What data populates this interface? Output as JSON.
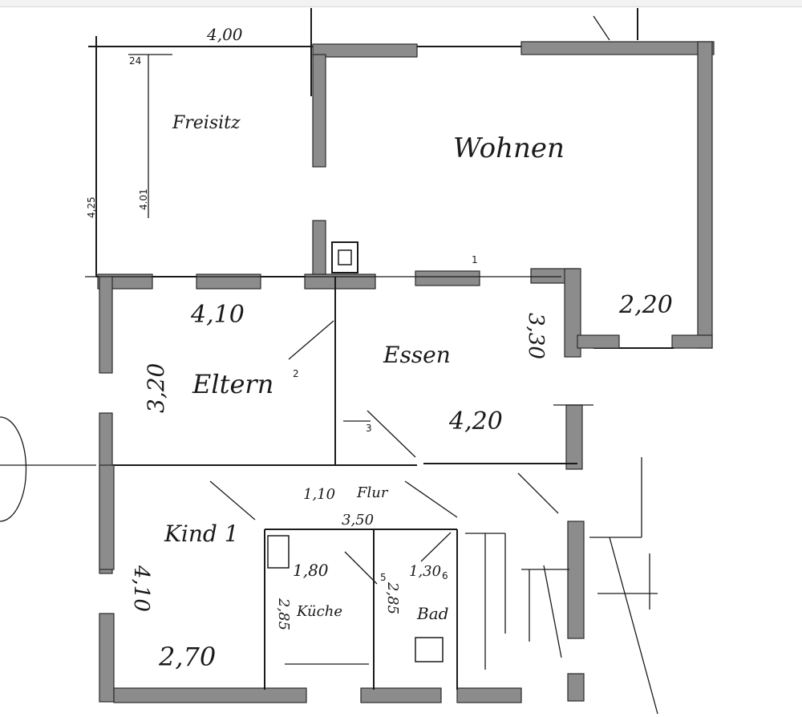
{
  "rooms": {
    "freisitz": "Freisitz",
    "wohnen": "Wohnen",
    "eltern": "Eltern",
    "essen": "Essen",
    "kind": "Kind 1",
    "flur": "Flur",
    "kueche": "Küche",
    "bad": "Bad"
  },
  "dimensions": {
    "top_width": "4,00",
    "left_height": "4,25",
    "small_24": "24",
    "inner_401": "4.01",
    "wohnen_220": "2,20",
    "eltern_width": "4,10",
    "eltern_height": "3,20",
    "essen_height": "3,30",
    "essen_width": "4,20",
    "flur_width": "1,10",
    "flur_350": "3,50",
    "kind_height": "4,10",
    "kind_width": "2,70",
    "kueche_width": "1,80",
    "kueche_height": "2,85",
    "bad_width": "1,30",
    "bad_height": "2,85"
  },
  "door_numbers": [
    "1",
    "2",
    "3",
    "5",
    "6"
  ]
}
